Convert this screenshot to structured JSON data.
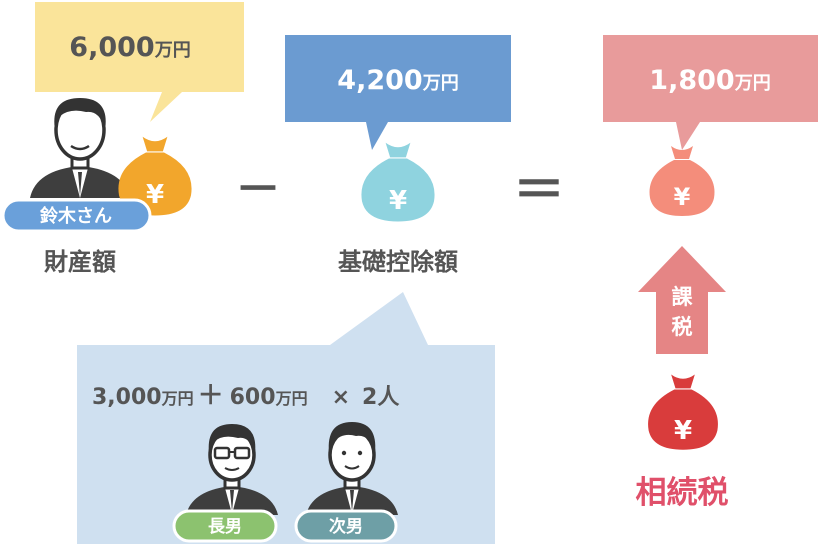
{
  "estate": {
    "amount": "6,000",
    "unit": "万円",
    "person": "鈴木さん",
    "label": "財産額"
  },
  "minus_sign": "－",
  "deduction": {
    "amount": "4,200",
    "unit": "万円",
    "label": "基礎控除額",
    "formula": {
      "base": "3,000",
      "base_unit": "万円",
      "plus": "＋",
      "per_heir": "600",
      "per_heir_unit": "万円",
      "times": "×",
      "count": "2人"
    },
    "heirs": [
      "長男",
      "次男"
    ]
  },
  "equals_sign": "＝",
  "taxable": {
    "amount": "1,800",
    "unit": "万円",
    "arrow_label": "課税",
    "tax_label": "相続税"
  },
  "yen_symbol": "¥",
  "colors": {
    "estate_bubble": "#fae49a",
    "estate_bag": "#f2a62c",
    "deduction_bubble": "#6b9bd1",
    "deduction_bag": "#8fd3df",
    "formula_panel": "#cfe0f0",
    "taxable_bubble": "#e89b9b",
    "taxable_bag": "#f48d7b",
    "tax_bag": "#d93c3c",
    "arrow": "#e58585",
    "tax_text": "#e0506a",
    "person_tag": "#6aa0da",
    "heir_tag_1": "#8cc26f",
    "heir_tag_2": "#6e9fa6"
  }
}
